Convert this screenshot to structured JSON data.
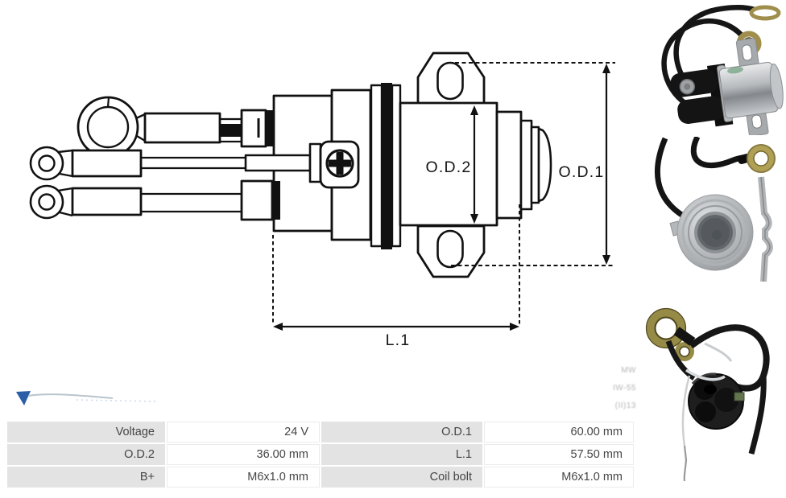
{
  "page": {
    "background": "#ffffff"
  },
  "drawing": {
    "name": "starter-solenoid-technical-drawing",
    "line_color": "#111111",
    "dimension_labels": {
      "od2": "O.D.2",
      "od1": "O.D.1",
      "l1": "L.1"
    }
  },
  "watermark": {
    "logo_color": "#2b5ea7",
    "fragments": [
      "MW",
      "IW-55",
      "(II)13"
    ]
  },
  "photos": [
    {
      "name": "product-photo-side-view"
    },
    {
      "name": "product-photo-front-view"
    },
    {
      "name": "product-photo-rear-view"
    }
  ],
  "table": {
    "rows": [
      [
        "Voltage",
        "24 V",
        "O.D.1",
        "60.00 mm"
      ],
      [
        "O.D.2",
        "36.00 mm",
        "L.1",
        "57.50 mm"
      ],
      [
        "B+",
        "M6x1.0 mm",
        "Coil bolt",
        "M6x1.0 mm"
      ]
    ],
    "colors": {
      "label_bg": "#e3e3e3",
      "value_bg": "#ffffff",
      "text": "#454545"
    }
  }
}
